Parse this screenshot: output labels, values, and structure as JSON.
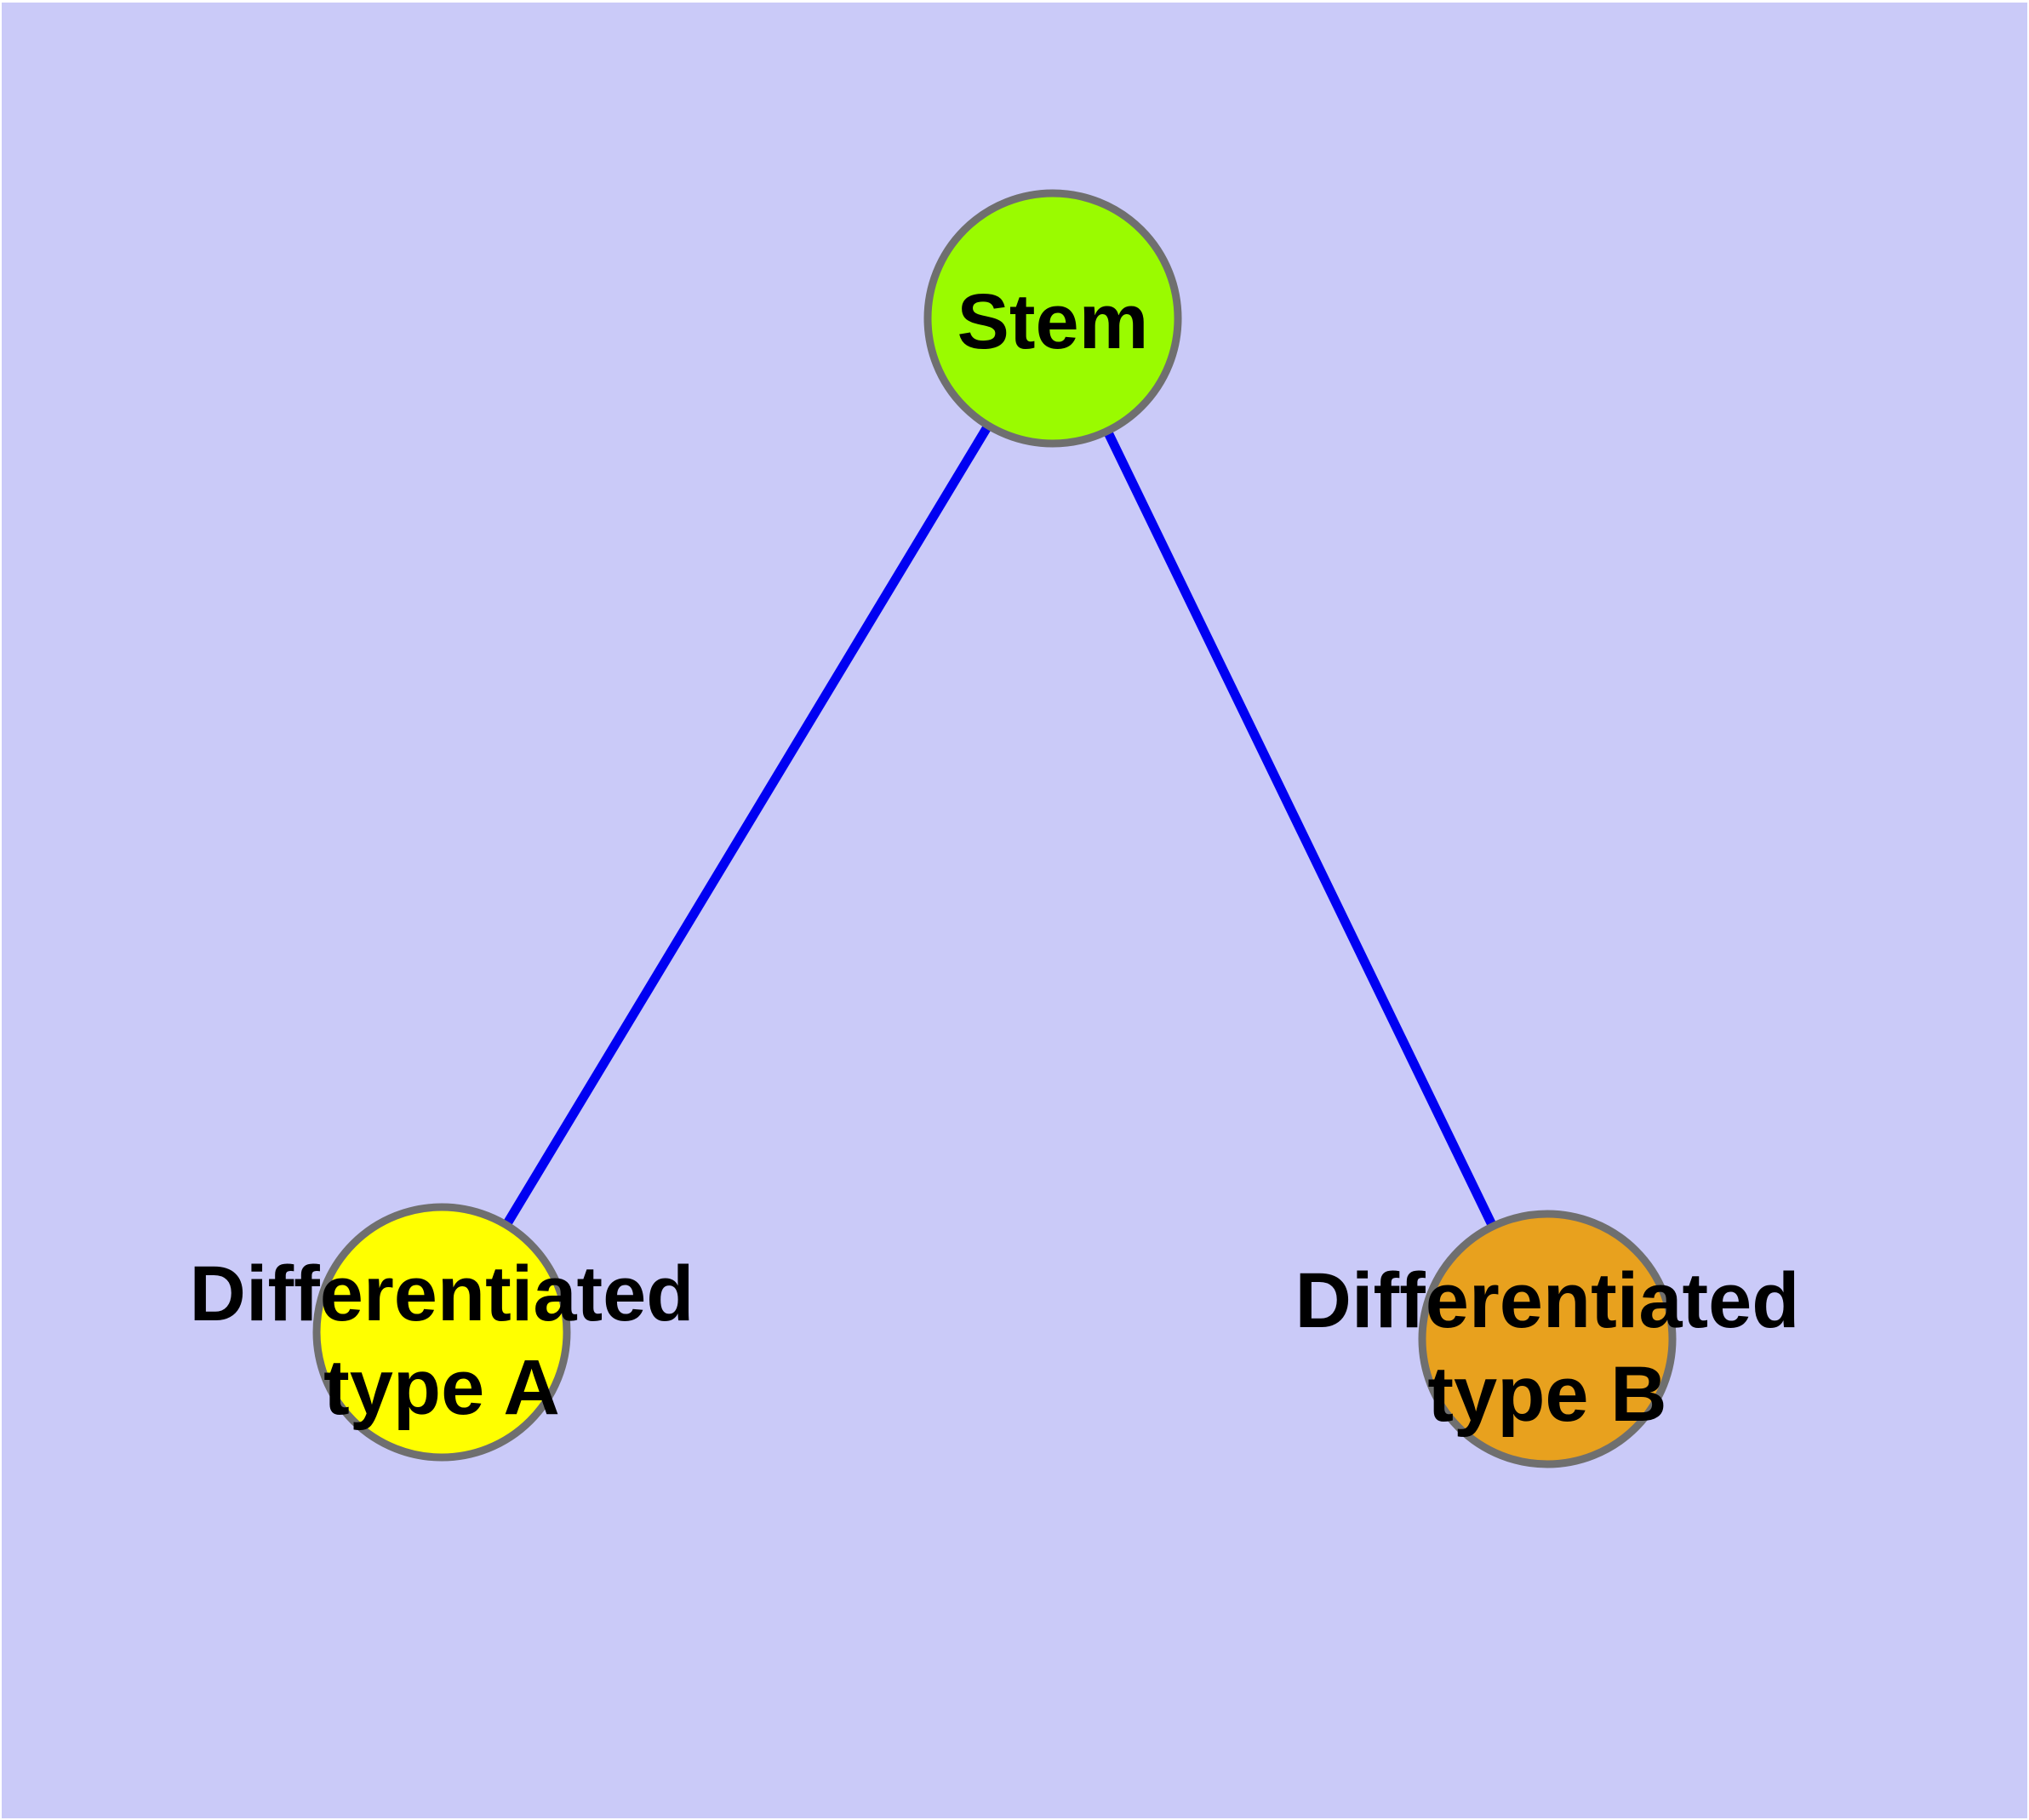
{
  "diagram": {
    "type": "graph",
    "background_color": "#cacaf8",
    "frame_color": "#ffffff",
    "edge_color": "#0000f2",
    "node_border_color": "#6f6f6f",
    "label_color": "#000000",
    "nodes": [
      {
        "id": "stem",
        "label": "Stem",
        "lines": [
          "Stem"
        ],
        "fill": "#9afb00"
      },
      {
        "id": "differentiated-type-a",
        "label": "Differentiated type A",
        "lines": [
          "Differentiated",
          "type A"
        ],
        "fill": "#ffff00"
      },
      {
        "id": "differentiated-type-b",
        "label": "Differentiated type B",
        "lines": [
          "Differentiated",
          "type B"
        ],
        "fill": "#e8a11e"
      }
    ],
    "edges": [
      {
        "from": "Stem",
        "to": "Differentiated type A"
      },
      {
        "from": "Stem",
        "to": "Differentiated type B"
      }
    ]
  }
}
